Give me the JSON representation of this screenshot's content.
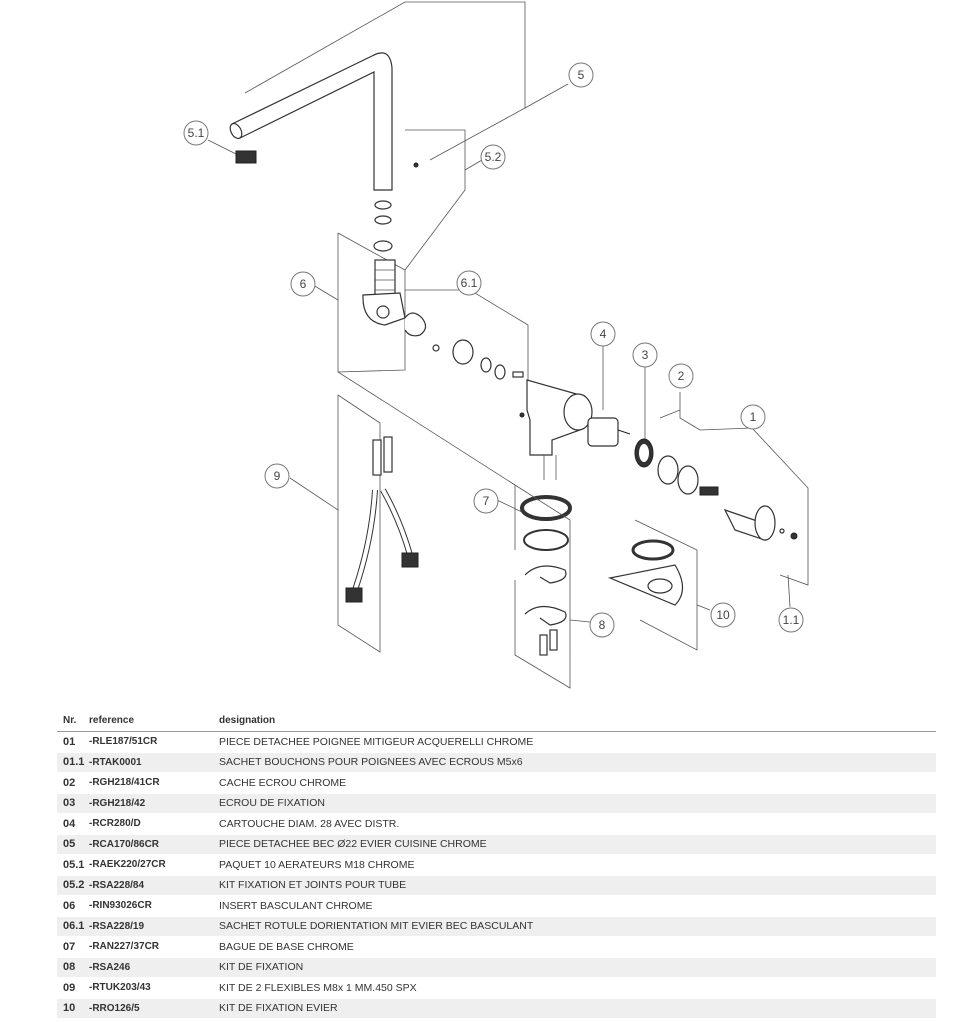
{
  "diagram": {
    "callouts": [
      "5.1",
      "5.2",
      "5",
      "6",
      "6.1",
      "4",
      "3",
      "2",
      "1",
      "9",
      "7",
      "8",
      "10",
      "1.1"
    ]
  },
  "table": {
    "headers": {
      "nr": "Nr.",
      "reference": "reference",
      "designation": "designation"
    },
    "rows": [
      {
        "nr": "01",
        "reference": "-RLE187/51CR",
        "designation": "PIECE DETACHEE POIGNEE MITIGEUR ACQUERELLI CHROME"
      },
      {
        "nr": "01.1",
        "reference": "-RTAK0001",
        "designation": "SACHET BOUCHONS POUR POIGNEES AVEC ECROUS M5x6"
      },
      {
        "nr": "02",
        "reference": "-RGH218/41CR",
        "designation": "CACHE ECROU CHROME"
      },
      {
        "nr": "03",
        "reference": "-RGH218/42",
        "designation": "ECROU DE FIXATION"
      },
      {
        "nr": "04",
        "reference": "-RCR280/D",
        "designation": "CARTOUCHE DIAM. 28 AVEC DISTR."
      },
      {
        "nr": "05",
        "reference": "-RCA170/86CR",
        "designation": "PIECE DETACHEE BEC Ø22 EVIER CUISINE CHROME"
      },
      {
        "nr": "05.1",
        "reference": "-RAEK220/27CR",
        "designation": "PAQUET 10 AERATEURS M18 CHROME"
      },
      {
        "nr": "05.2",
        "reference": "-RSA228/84",
        "designation": "KIT FIXATION ET JOINTS POUR TUBE"
      },
      {
        "nr": "06",
        "reference": "-RIN93026CR",
        "designation": "INSERT BASCULANT CHROME"
      },
      {
        "nr": "06.1",
        "reference": "-RSA228/19",
        "designation": "SACHET ROTULE DORIENTATION MIT EVIER BEC BASCULANT"
      },
      {
        "nr": "07",
        "reference": "-RAN227/37CR",
        "designation": "BAGUE DE BASE CHROME"
      },
      {
        "nr": "08",
        "reference": "-RSA246",
        "designation": "KIT DE FIXATION"
      },
      {
        "nr": "09",
        "reference": "-RTUK203/43",
        "designation": "KIT DE 2 FLEXIBLES M8x 1 MM.450 SPX"
      },
      {
        "nr": "10",
        "reference": "-RRO126/5",
        "designation": "KIT DE FIXATION EVIER"
      }
    ]
  }
}
